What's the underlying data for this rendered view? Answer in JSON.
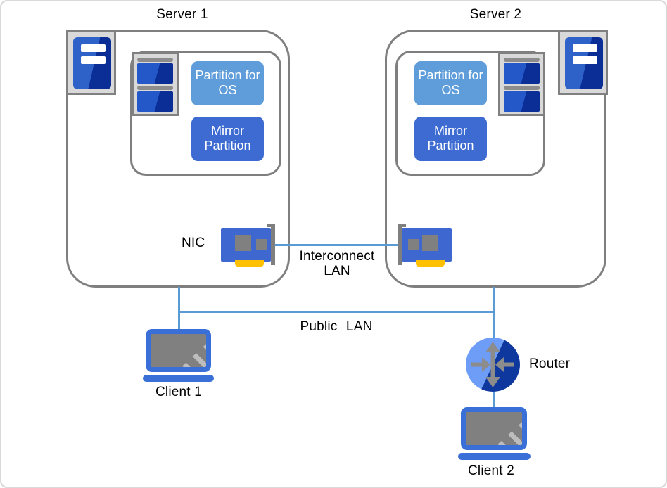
{
  "diagram": {
    "server1": {
      "title": "Server 1",
      "os_partition": "Partition for OS",
      "mirror_partition": "Mirror Partition",
      "nic_label": "NIC"
    },
    "server2": {
      "title": "Server 2",
      "os_partition": "Partition for OS",
      "mirror_partition": "Mirror Partition"
    },
    "connections": {
      "interconnect": "Interconnect LAN",
      "public": "Public LAN"
    },
    "nodes": {
      "router": "Router",
      "client1": "Client 1",
      "client2": "Client 2"
    },
    "colors": {
      "lan_line_blue": "#5B9BD5",
      "os_partition_fill": "#5F9DDA",
      "mirror_partition_fill": "#3D6BD1",
      "icon_blue": "#3E68D0",
      "icon_blue_light": "#2E62C9",
      "icon_blue_dark": "#0A2E96",
      "icon_plate_gray": "#D9D9D9",
      "border_gray": "#7F7F7F",
      "nic_yellow": "#FFC000",
      "router_light": "#6E9DF7",
      "router_dark": "#0E389E",
      "screen_gray": "#808080"
    }
  }
}
